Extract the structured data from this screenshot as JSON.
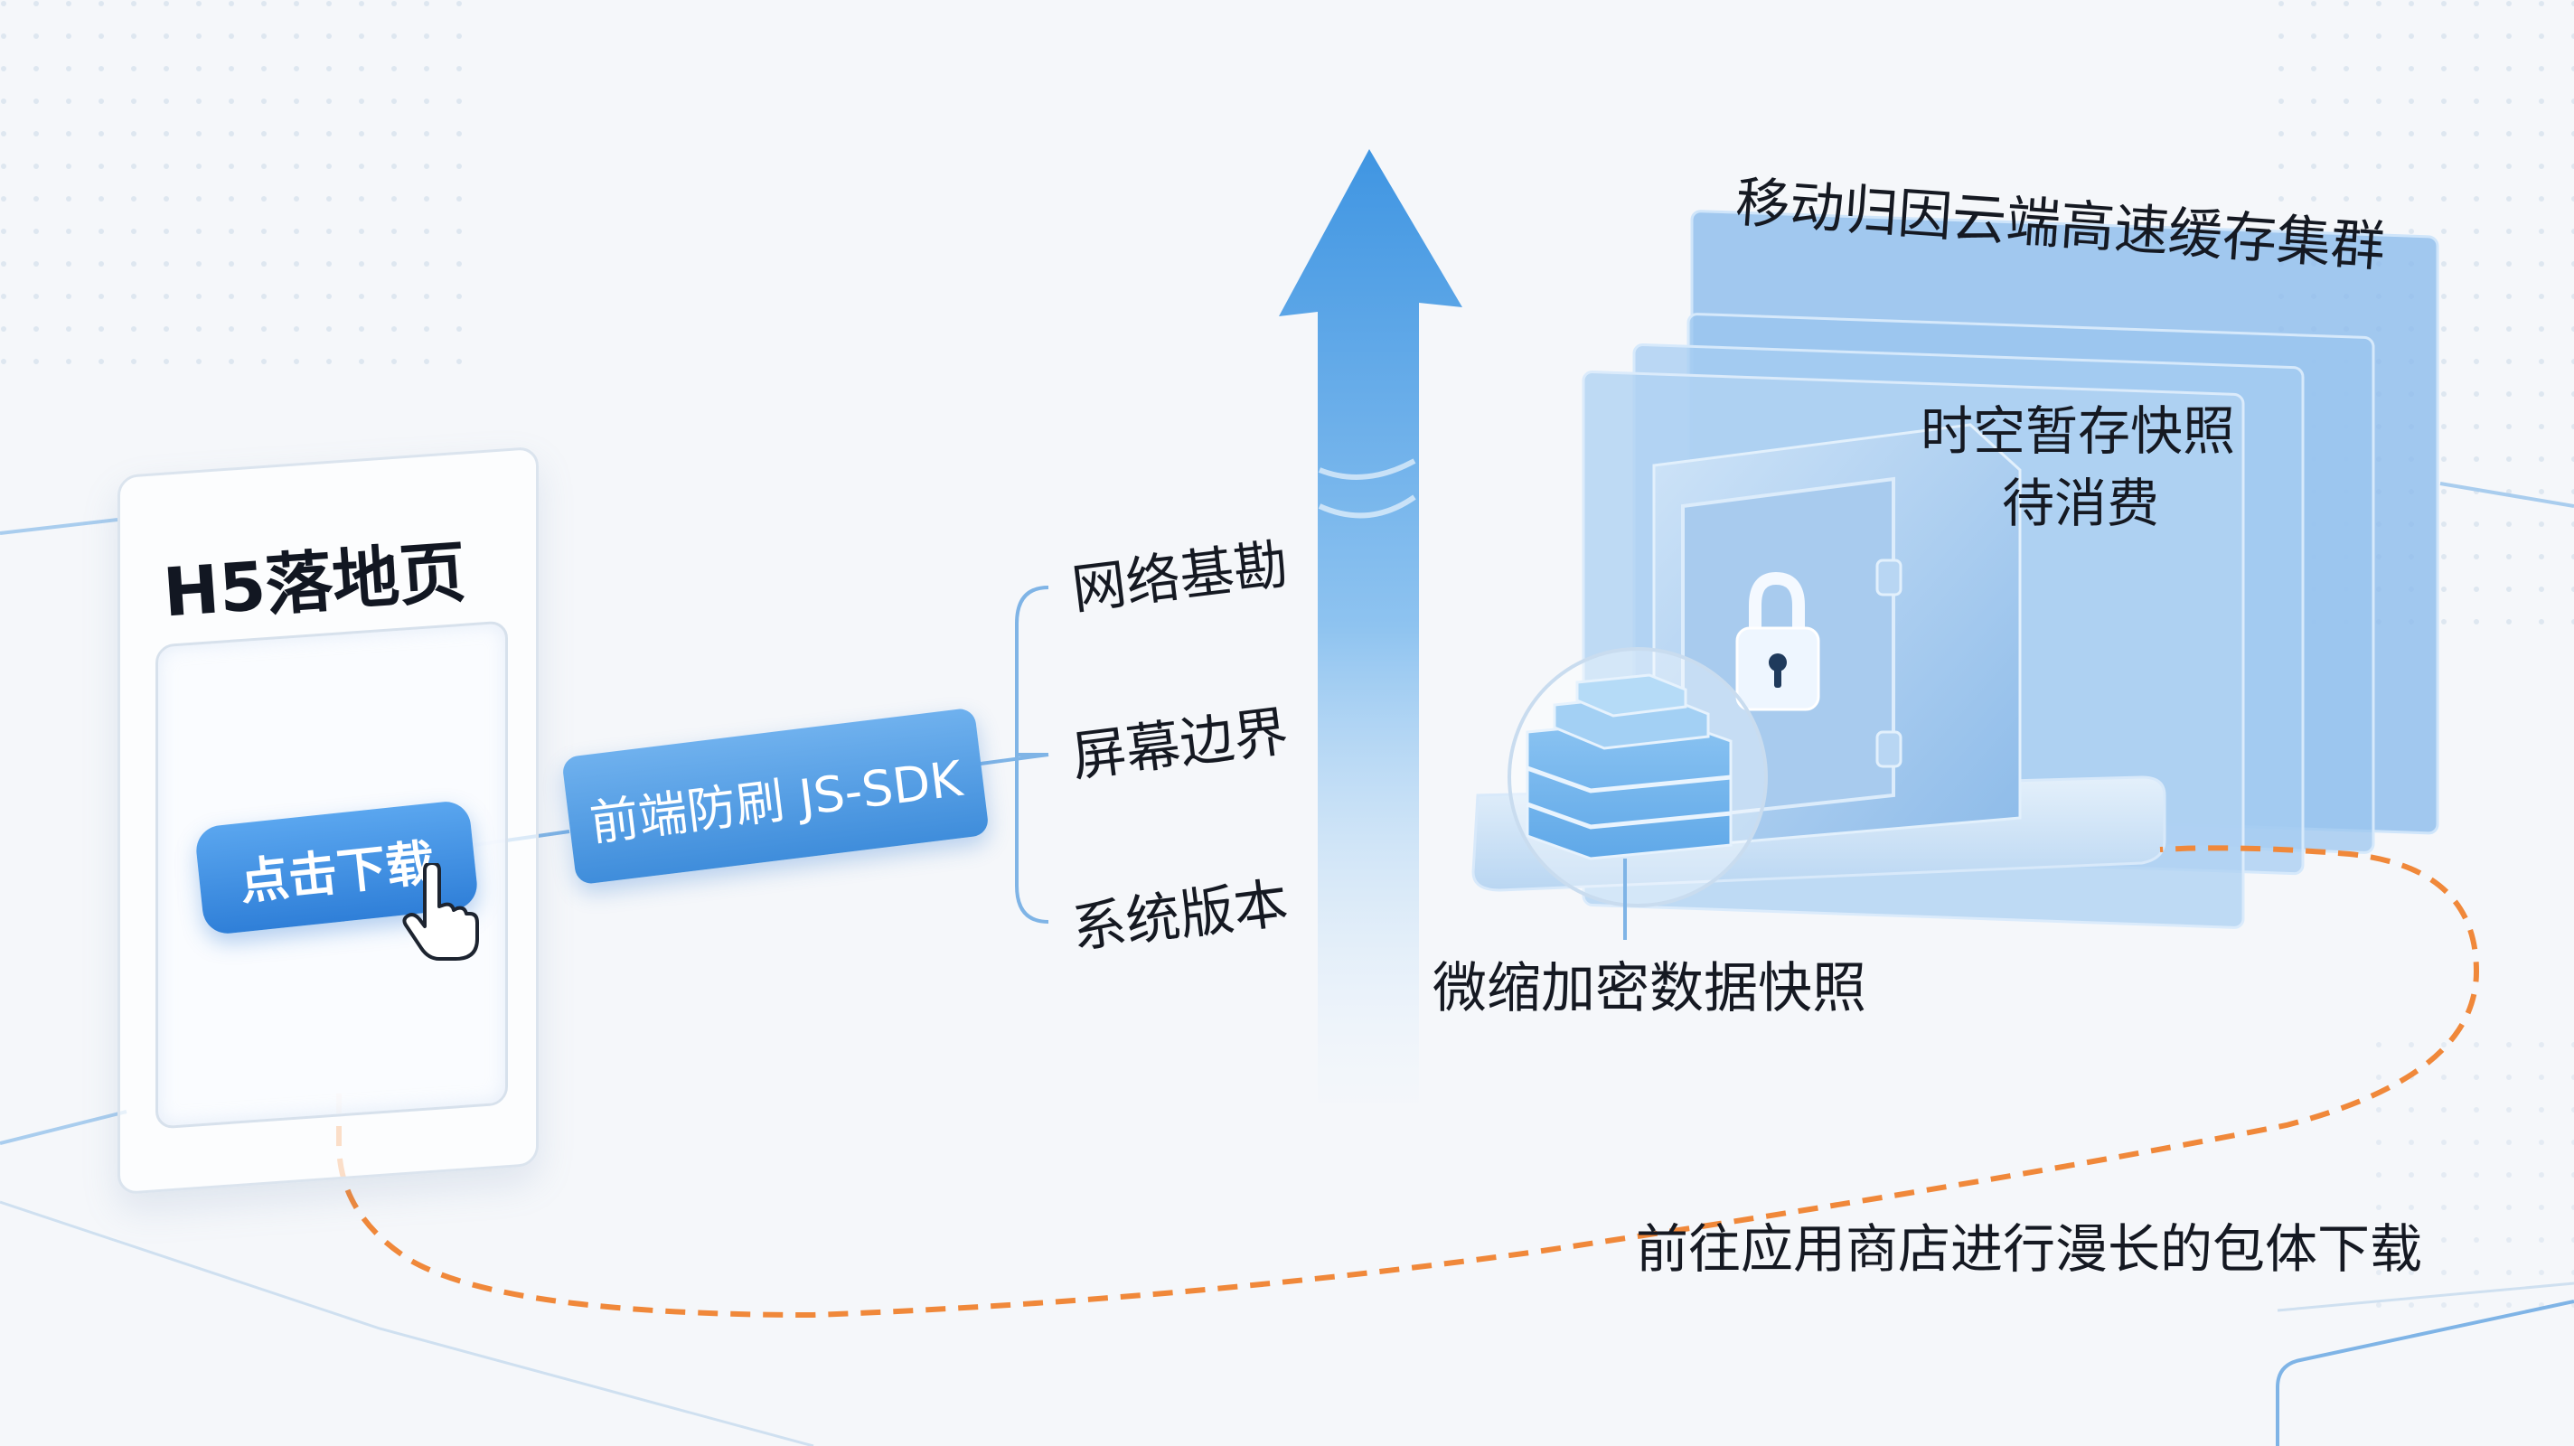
{
  "landing_page": {
    "title": "H5落地页",
    "button_label": "点击下载"
  },
  "sdk": {
    "label": "前端防刷 JS-SDK",
    "branches": [
      "网络基勘",
      "屏幕边界",
      "系统版本"
    ]
  },
  "cache": {
    "cluster_title": "移动归因云端高速缓存集群",
    "snapshot_label_line1": "时空暂存快照",
    "snapshot_label_line2": "待消费",
    "mini_snapshot_label": "微缩加密数据快照"
  },
  "store_path": {
    "label": "前往应用商店进行漫长的包体下载"
  },
  "colors": {
    "accent_blue": "#3f8ddb",
    "arrow_blue": "#4a9ee6",
    "dashed_orange": "#f0883a",
    "line_blue": "#9cc6ee"
  }
}
